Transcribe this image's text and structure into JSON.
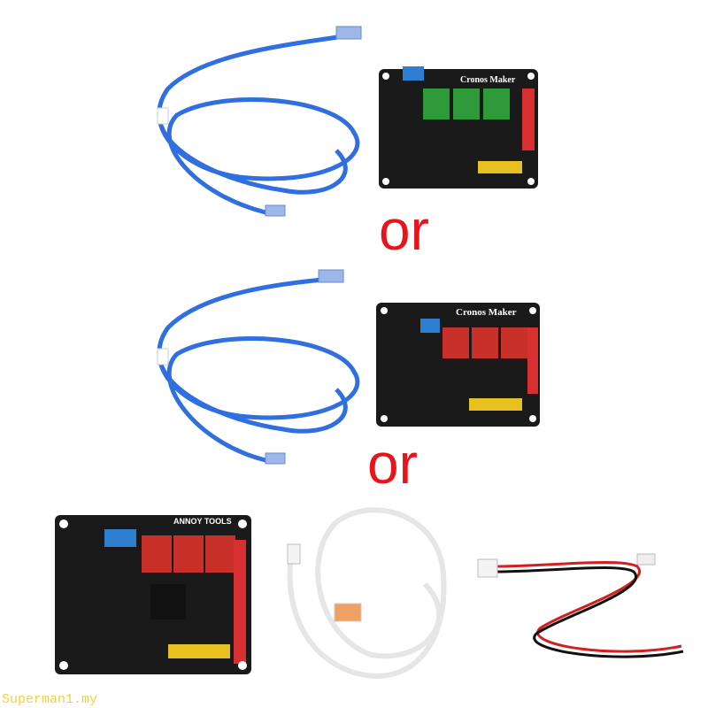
{
  "labels": {
    "or_1": "or",
    "or_2": "or"
  },
  "boards": {
    "board_2_brand": "Cronos Maker",
    "board_1_brand": "Cronos Maker",
    "board_3_brand": "ANNOY TOOLS"
  },
  "watermark": "Superman1.my",
  "colors": {
    "or_text": "#e8141b",
    "usb_cable": "#2f6fe0",
    "board": "#1a1a1a",
    "driver": "#c8302a",
    "watermark": "#f0d040"
  }
}
